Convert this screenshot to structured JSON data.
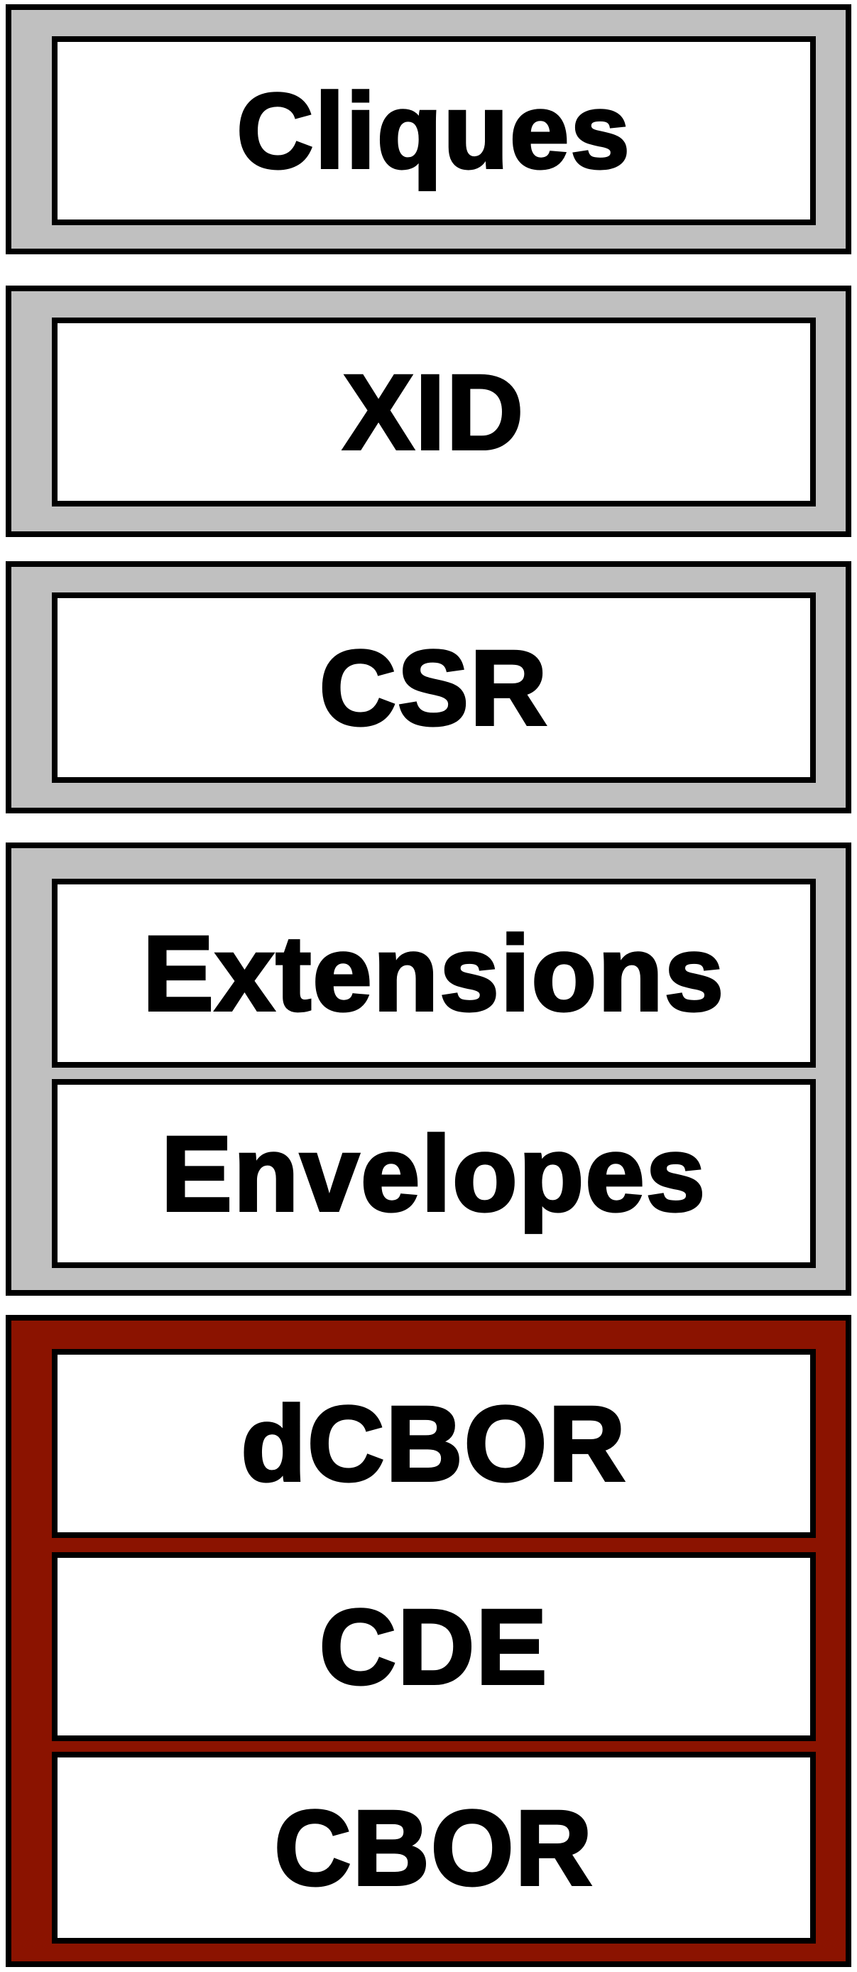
{
  "layers": [
    {
      "fill": "#c0c0c0",
      "boxes": [
        "Cliques"
      ]
    },
    {
      "fill": "#c0c0c0",
      "boxes": [
        "XID"
      ]
    },
    {
      "fill": "#c0c0c0",
      "boxes": [
        "CSR"
      ]
    },
    {
      "fill": "#c0c0c0",
      "boxes": [
        "Extensions",
        "Envelopes"
      ]
    },
    {
      "fill": "#8b1300",
      "boxes": [
        "dCBOR",
        "CDE",
        "CBOR"
      ]
    }
  ],
  "colors": {
    "gray_group": "#c0c0c0",
    "red_group": "#8b1300",
    "box_fill": "#ffffff",
    "stroke": "#000000"
  }
}
